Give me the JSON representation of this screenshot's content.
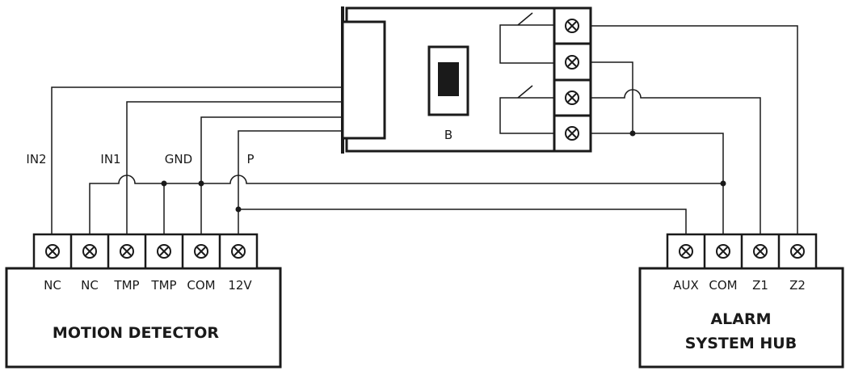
{
  "colors": {
    "line": "#1a1a1a",
    "background": "#ffffff"
  },
  "module": {
    "switch_label": "B",
    "wire_labels": {
      "in2": "IN2",
      "in1": "IN1",
      "gnd": "GND",
      "p": "P"
    }
  },
  "motion_detector": {
    "title": "MOTION DETECTOR",
    "terminals": [
      "NC",
      "NC",
      "TMP",
      "TMP",
      "COM",
      "12V"
    ]
  },
  "alarm_hub": {
    "title_line1": "ALARM",
    "title_line2": "SYSTEM HUB",
    "terminals": [
      "AUX",
      "COM",
      "Z1",
      "Z2"
    ]
  }
}
